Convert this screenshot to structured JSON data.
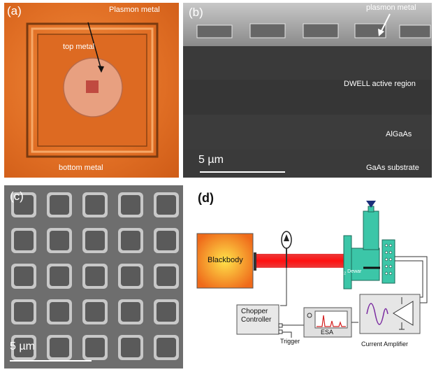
{
  "panel_a": {
    "label": "(a)",
    "plasmon_metal": "Plasmon metal",
    "top_metal": "top metal",
    "bottom_metal": "bottom metal"
  },
  "panel_b": {
    "label": "(b)",
    "plasmon_metal": "plasmon metal",
    "dwell": "DWELL active region",
    "algaas": "AlGaAs",
    "substrate": "GaAs substrate",
    "scale": "5 µm"
  },
  "panel_c": {
    "label": "(c)",
    "scale": "5 µm"
  },
  "panel_d": {
    "label": "(d)",
    "blackbody": "Blackbody",
    "dewar_prefix": "LN",
    "dewar_sub": "2",
    "dewar_suffix": " Dewar",
    "chopper_line1": "Chopper",
    "chopper_line2": "Controller",
    "trigger": "Trigger",
    "esa": "ESA",
    "current_amp": "Current Amplifier"
  }
}
